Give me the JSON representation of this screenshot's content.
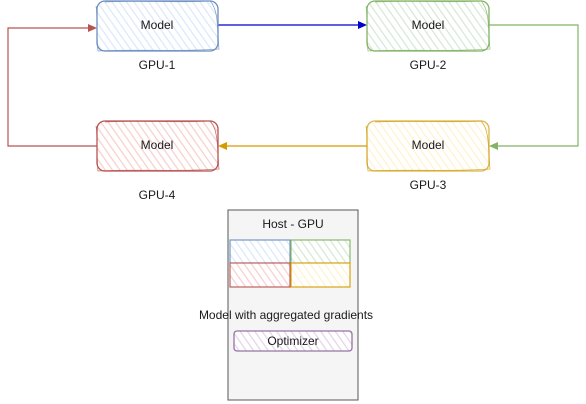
{
  "diagram": {
    "gpu_nodes": [
      {
        "id": "gpu1",
        "model_label": "Model",
        "caption": "GPU-1",
        "stroke": "#6c8ebf",
        "fill": "#dae8fc"
      },
      {
        "id": "gpu2",
        "model_label": "Model",
        "caption": "GPU-2",
        "stroke": "#82b366",
        "fill": "#d5e8d4"
      },
      {
        "id": "gpu3",
        "model_label": "Model",
        "caption": "GPU-3",
        "stroke": "#d6b656",
        "fill": "#fff2cc"
      },
      {
        "id": "gpu4",
        "model_label": "Model",
        "caption": "GPU-4",
        "stroke": "#b85450",
        "fill": "#f8cecc"
      }
    ],
    "edges": [
      {
        "from": "GPU-1",
        "to": "GPU-2",
        "color": "#0000cc"
      },
      {
        "from": "GPU-2",
        "to": "GPU-3",
        "color": "#82b366"
      },
      {
        "from": "GPU-3",
        "to": "GPU-4",
        "color": "#d79b00"
      },
      {
        "from": "GPU-4",
        "to": "GPU-1",
        "color": "#b85450"
      }
    ],
    "host": {
      "title": "Host - GPU",
      "stroke": "#666666",
      "fill": "#f5f5f5",
      "aggregated_label": "Model with aggregated gradients",
      "optimizer_label": "Optimizer",
      "optimizer_stroke": "#9673a6",
      "optimizer_fill": "#e1d5e7"
    }
  }
}
